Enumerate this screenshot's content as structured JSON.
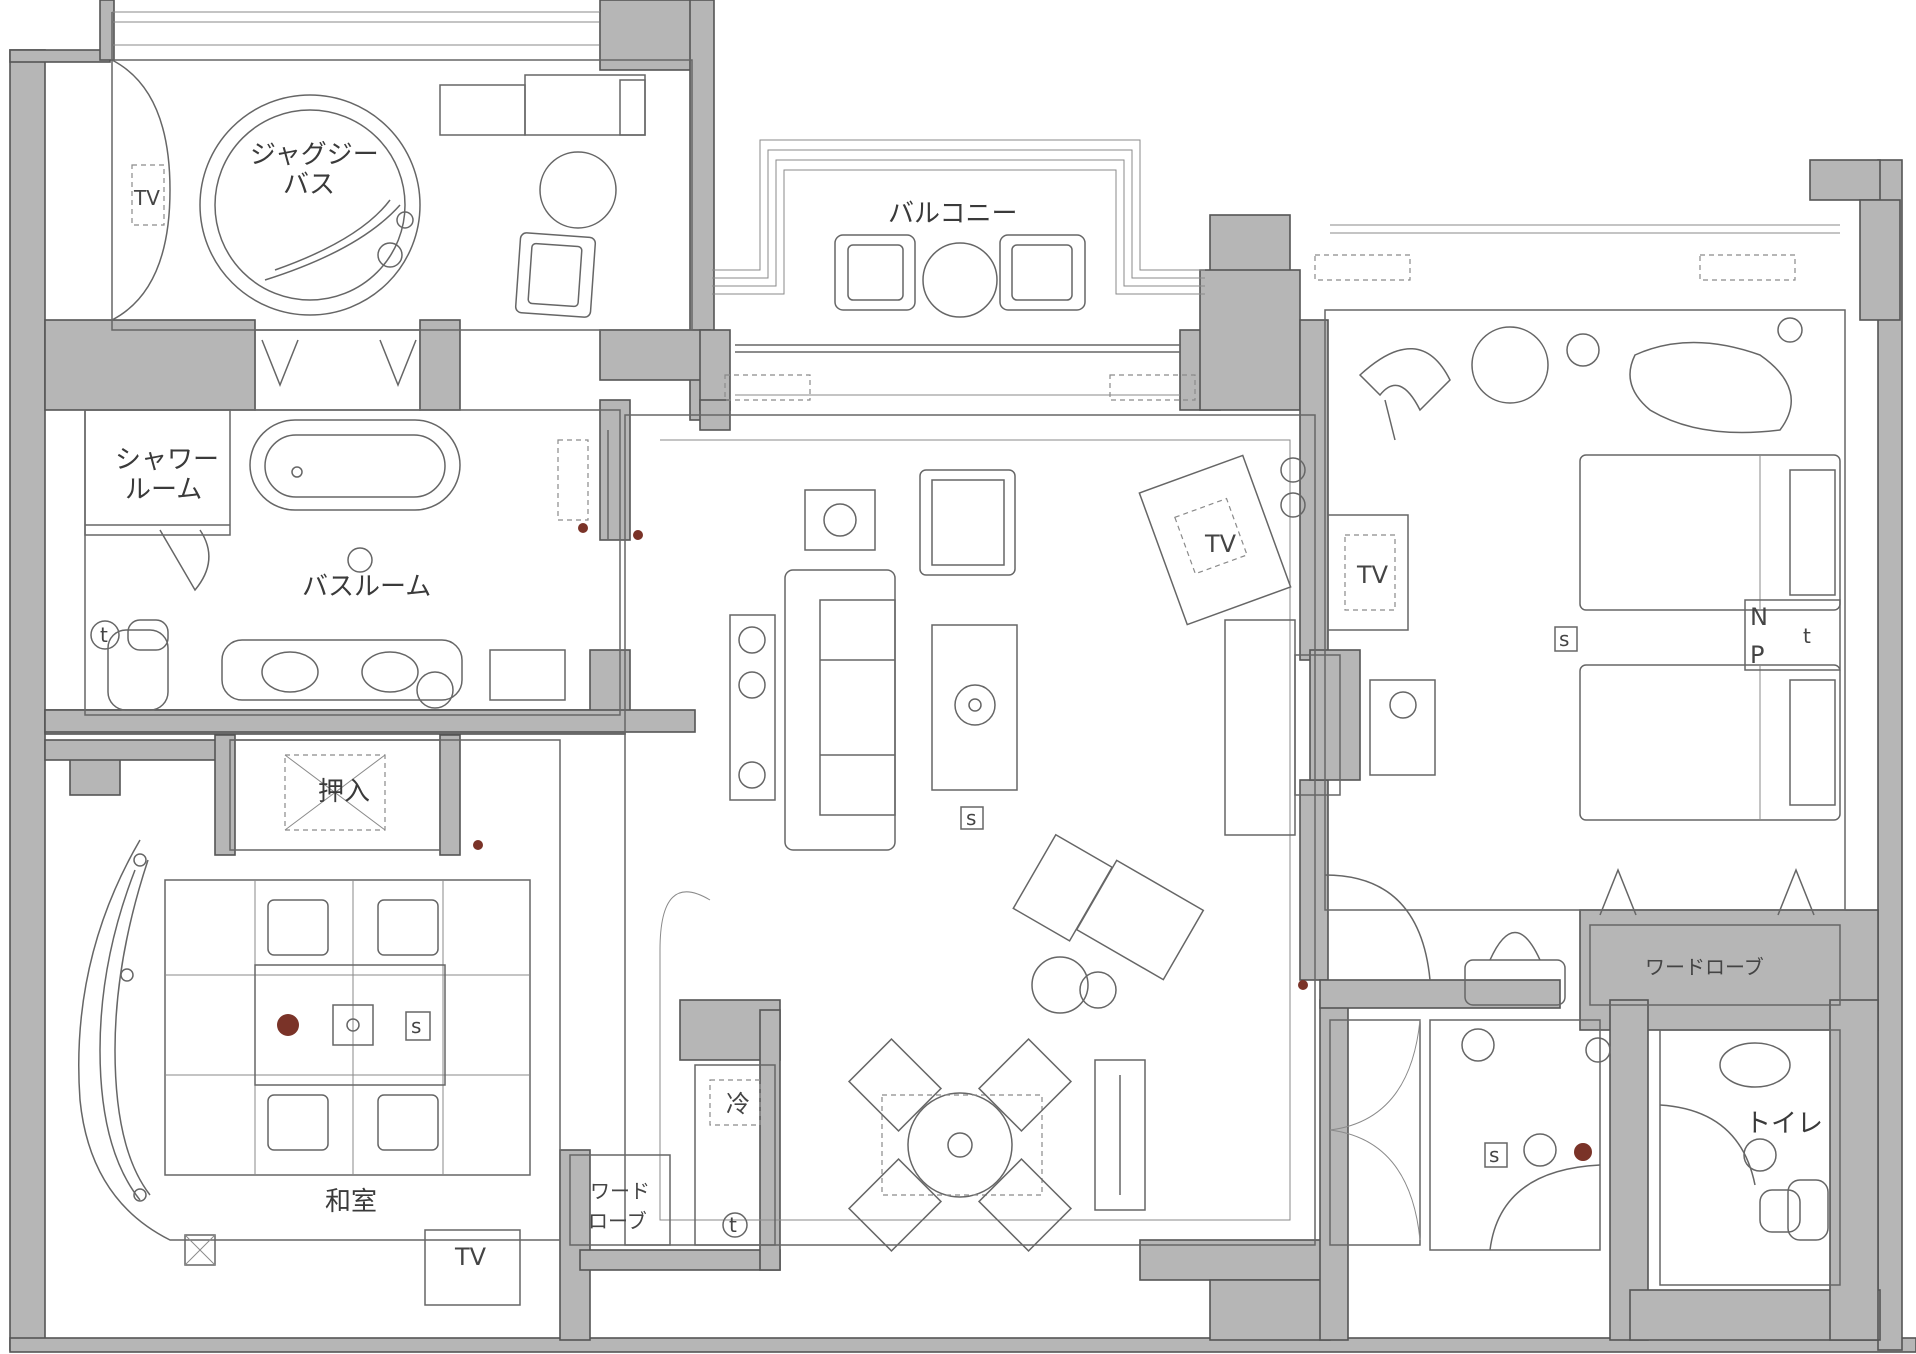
{
  "rooms": {
    "jacuzzi_line1": "ジャグジー",
    "jacuzzi_line2": "バス",
    "balcony": "バルコニー",
    "shower_line1": "シャワー",
    "shower_line2": "ルーム",
    "bathroom": "バスルーム",
    "closet": "押入",
    "japanese_room": "和室",
    "wardrobe_small_line1": "ワード",
    "wardrobe_small_line2": "ローブ",
    "wardrobe": "ワードローブ",
    "toilet": "トイレ"
  },
  "labels": {
    "tv": "TV",
    "safe": "s",
    "telephone": "t",
    "fridge": "冷",
    "n": "N",
    "p": "P"
  },
  "colors": {
    "wall": "#b6b6b6",
    "line": "#666666",
    "marker": "#7a3328"
  }
}
